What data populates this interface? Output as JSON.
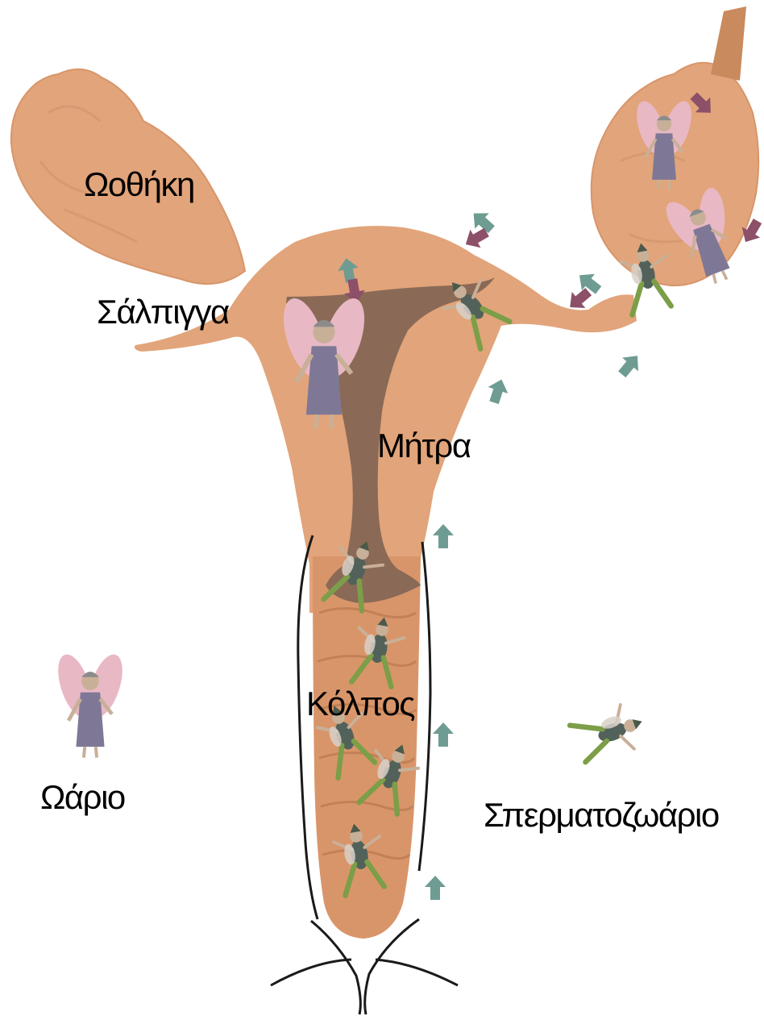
{
  "labels": {
    "ovary": "Ωοθήκη",
    "fallopian_tube": "Σάλπιγγα",
    "uterus": "Μήτρα",
    "vagina": "Κόλπος",
    "egg": "Ωάριο",
    "sperm": "Σπερματοζωάριο"
  },
  "colors": {
    "tissue": "#E2A47A",
    "tissue_dark": "#C98A5E",
    "cavity": "#8A6A56",
    "arrow_teal": "#6E9C92",
    "arrow_purple": "#8C5068",
    "fairy_dress": "#7E7896",
    "fairy_wing": "#E8B8C4",
    "sperm_legs": "#7C9E48",
    "outline": "#1A1A1A"
  },
  "icons": [
    "egg-fairy-icon",
    "sperm-fairy-icon",
    "arrow-icon"
  ]
}
